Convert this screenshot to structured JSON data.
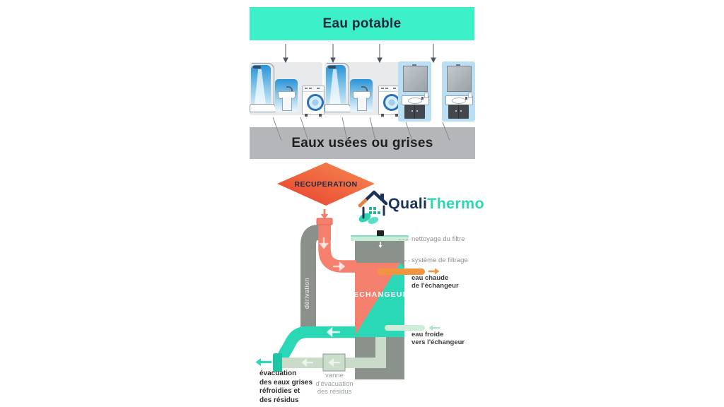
{
  "header": {
    "banner_label": "Eau potable",
    "band_label": "Eaux usées ou grises"
  },
  "recovery": {
    "diamond_label": "RECUPERATION"
  },
  "logo": {
    "brand_primary": "Quali",
    "brand_secondary": "Thermo"
  },
  "exchanger": {
    "tank_label": "ECHANGEUR",
    "bypass_label": "dérivation",
    "labels": {
      "filter_clean": "nettoyage du filtre",
      "filter_system": "système de filtrage",
      "hot_water": "eau chaude\nde l'échangeur",
      "cold_water": "eau froide\nvers l'échangeur",
      "evacuation": "évacuation\ndes eaux grises\nréfroidies et\ndes résidus",
      "valve": "vanne\nd'évacuation\ndes résidus"
    }
  },
  "icons": [
    "shower-icon",
    "sink-icon",
    "washing-machine-icon",
    "vanity-unit-icon",
    "down-arrow-icon",
    "house-logo-icon",
    "leaf-icon",
    "valve-box-icon"
  ],
  "colors": {
    "banner_mint": "#3cf0c9",
    "band_gray": "#b4b6b9",
    "diamond_gradient": [
      "#e8402d",
      "#f68b52"
    ],
    "salmon_pipe": "#f5806d",
    "teal_pipe": "#2bd8b5",
    "orange_bar": "#f1953e",
    "tank_gray": "#8b918b",
    "pale_pipe": "#cbdbc9",
    "pale_mint_pipe": "#cfecd9",
    "navy_text": "#17335e",
    "fixture_blue": "#2a93d6",
    "vanity_blue": "#badff2"
  }
}
